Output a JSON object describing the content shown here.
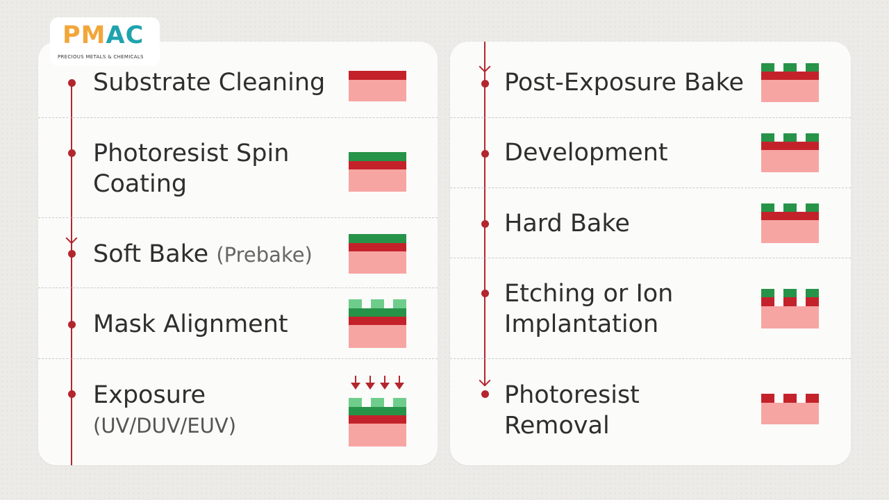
{
  "logo": {
    "mark": "PMAC",
    "tagline": "PRECIOUS METALS & CHEMICALS"
  },
  "left_column": {
    "steps": [
      {
        "title": "Substrate Cleaning",
        "icon": "substrate-only-icon"
      },
      {
        "title_line1": "Photoresist Spin",
        "title_line2": "Coating",
        "icon": "spin-coat-layers-icon"
      },
      {
        "title": "Soft Bake",
        "subtitle": "(Prebake)",
        "icon": "soft-bake-layers-icon"
      },
      {
        "title": "Mask Alignment",
        "icon": "mask-alignment-icon"
      },
      {
        "title": "Exposure",
        "subtitle": "(UV/DUV/EUV)",
        "icon": "exposure-icon"
      }
    ]
  },
  "right_column": {
    "steps": [
      {
        "title": "Post-Exposure Bake",
        "icon": "post-exposure-bake-icon"
      },
      {
        "title": "Development",
        "icon": "development-icon"
      },
      {
        "title": "Hard Bake",
        "icon": "hard-bake-icon"
      },
      {
        "title_line1": "Etching or Ion",
        "title_line2": "Implantation",
        "icon": "etching-icon"
      },
      {
        "title_line1": "Photoresist",
        "title_line2": "Removal",
        "icon": "photoresist-removal-icon"
      }
    ]
  },
  "colors": {
    "accent_red": "#b3262d",
    "substrate_pink": "#f7a5a2",
    "resist_red": "#c4222b",
    "resist_green": "#269349",
    "mask_light_green": "#6fcd8c"
  }
}
